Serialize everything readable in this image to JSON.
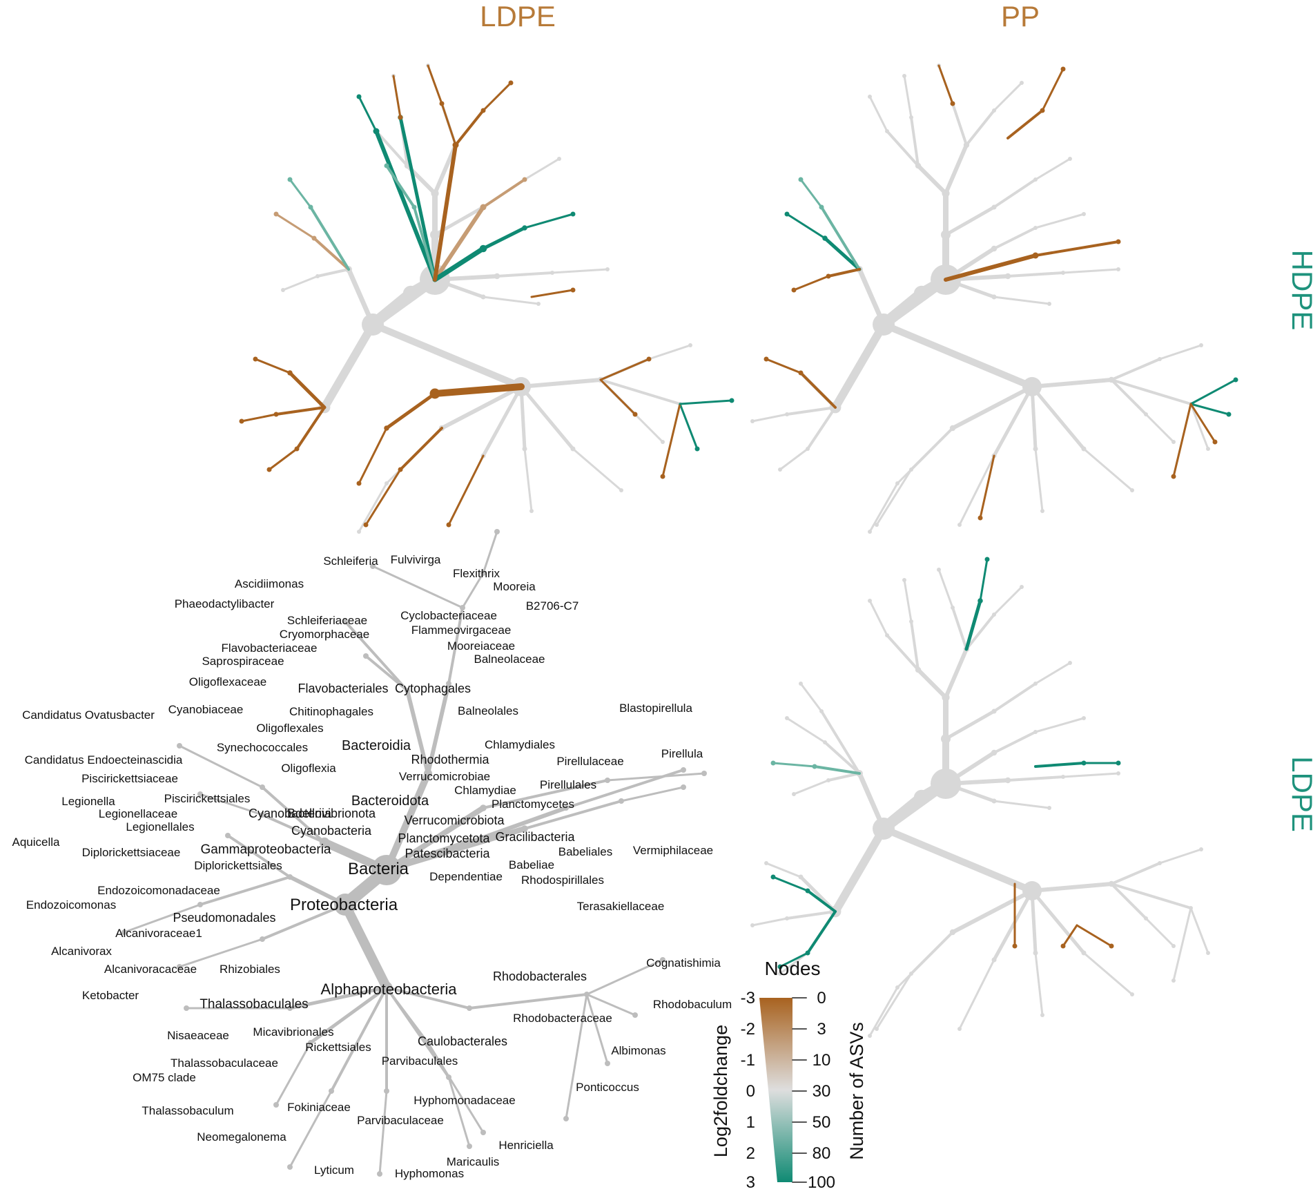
{
  "titles": {
    "top_left": "LDPE",
    "top_right": "PP",
    "right_top": "HDPE",
    "right_bottom": "LDPE"
  },
  "colors": {
    "brown": "#a8621f",
    "light_brown": "#c69c74",
    "gray_edge": "#d8d8d8",
    "gray_label_tree": "#bdbdbd",
    "teal": "#0f8a73",
    "light_teal": "#6bb5a3",
    "title_brown": "#b77a38",
    "title_teal": "#1e927c"
  },
  "labels": [
    "Bacteria",
    "Proteobacteria",
    "Alphaproteobacteria",
    "Gammaproteobacteria",
    "Bacteroidota",
    "Bacteroidia",
    "Cyanobacteria",
    "Cyanobacteriia",
    "Bdellovibrionota",
    "Oligoflexia",
    "Oligoflexales",
    "Synechococcales",
    "Cyanobiaceae",
    "Candidatus Ovatusbacter",
    "Candidatus Endoecteinascidia",
    "Chitinophagales",
    "Flavobacteriales",
    "Cytophagales",
    "Oligoflexaceae",
    "Saprospiraceae",
    "Flavobacteriaceae",
    "Cryomorphaceae",
    "Schleiferiaceae",
    "Phaeodactylibacter",
    "Ascidiimonas",
    "Schleiferia",
    "Fulvivirga",
    "Flexithrix",
    "Mooreia",
    "B2706-C7",
    "Cyclobacteriaceae",
    "Flammeovirgaceae",
    "Mooreiaceae",
    "Balneolaceae",
    "Balneolales",
    "Rhodothermia",
    "Verrucomicrobiae",
    "Chlamydiales",
    "Chlamydiae",
    "Verrucomicrobiota",
    "Planctomycetota",
    "Planctomycetes",
    "Pirellulales",
    "Pirellulaceae",
    "Pirellula",
    "Blastopirellula",
    "Gracilibacteria",
    "Patescibacteria",
    "Babeliae",
    "Babeliales",
    "Vermiphilaceae",
    "Dependentiae",
    "Rhodospirillales",
    "Terasakiellaceae",
    "Piscirickettsiaceae",
    "Piscirickettsiales",
    "Legionella",
    "Legionellaceae",
    "Legionellales",
    "Aquicella",
    "Diplorickettsiaceae",
    "Diplorickettsiales",
    "Endozoicomonadaceae",
    "Endozoicomonas",
    "Pseudomonadales",
    "Alcanivoraceae1",
    "Alcanivorax",
    "Alcanivoracaceae",
    "Rhizobiales",
    "Ketobacter",
    "Thalassobaculales",
    "Nisaeaceae",
    "Micavibrionales",
    "Rickettsiales",
    "Thalassobaculaceae",
    "OM75 clade",
    "Thalassobaculum",
    "Fokiniaceae",
    "Neomegalonema",
    "Lyticum",
    "Parvibaculaceae",
    "Hyphomonas",
    "Maricaulis",
    "Henriciella",
    "Hyphomonadaceae",
    "Caulobacterales",
    "Parvibaculales",
    "Rhodobacterales",
    "Rhodobacteraceae",
    "Cognatishimia",
    "Rhodobaculum",
    "Albimonas",
    "Ponticoccus"
  ],
  "legend": {
    "title": "Nodes",
    "color_title": "Log2foldchange",
    "color_ticks": [
      "-3",
      "-2",
      "-1",
      "0",
      "1",
      "2",
      "3"
    ],
    "size_title": "Number of ASVs",
    "size_ticks": [
      "0",
      "3",
      "10",
      "30",
      "50",
      "80",
      "100"
    ]
  }
}
